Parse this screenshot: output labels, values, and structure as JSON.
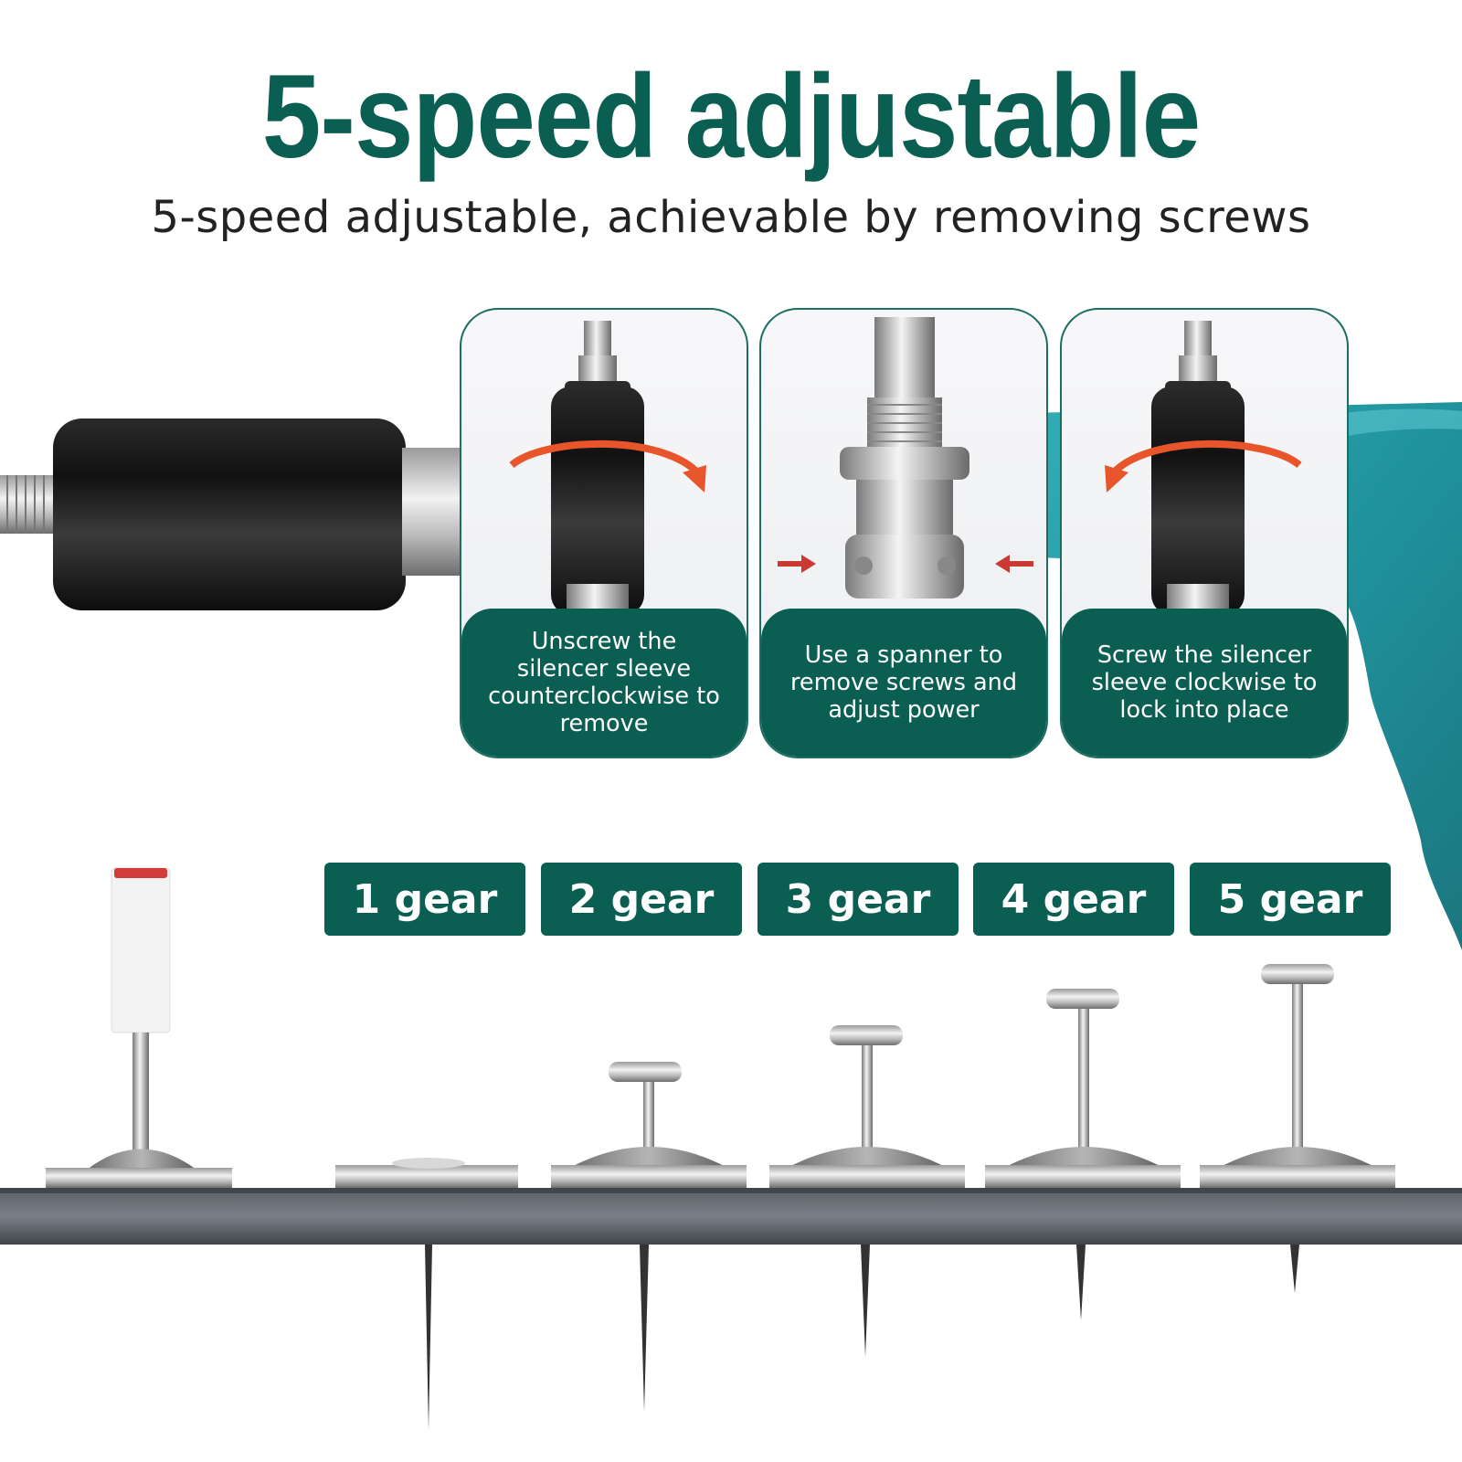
{
  "headline": "5-speed adjustable",
  "subheadline": "5-speed adjustable, achievable by removing screws",
  "steps": [
    {
      "caption": "Unscrew the silencer sleeve counterclockwise to remove"
    },
    {
      "caption": "Use a spanner to remove screws and adjust power"
    },
    {
      "caption": "Screw the silencer sleeve clockwise to lock into place"
    }
  ],
  "gears": [
    {
      "label": "1 gear"
    },
    {
      "label": "2 gear"
    },
    {
      "label": "3 gear"
    },
    {
      "label": "4 gear"
    },
    {
      "label": "5 gear"
    }
  ],
  "colors": {
    "brand_green": "#0b5e52",
    "tool_teal": "#1a9aa6",
    "arrow_orange": "#e8552b",
    "arrow_red": "#c93a32"
  }
}
